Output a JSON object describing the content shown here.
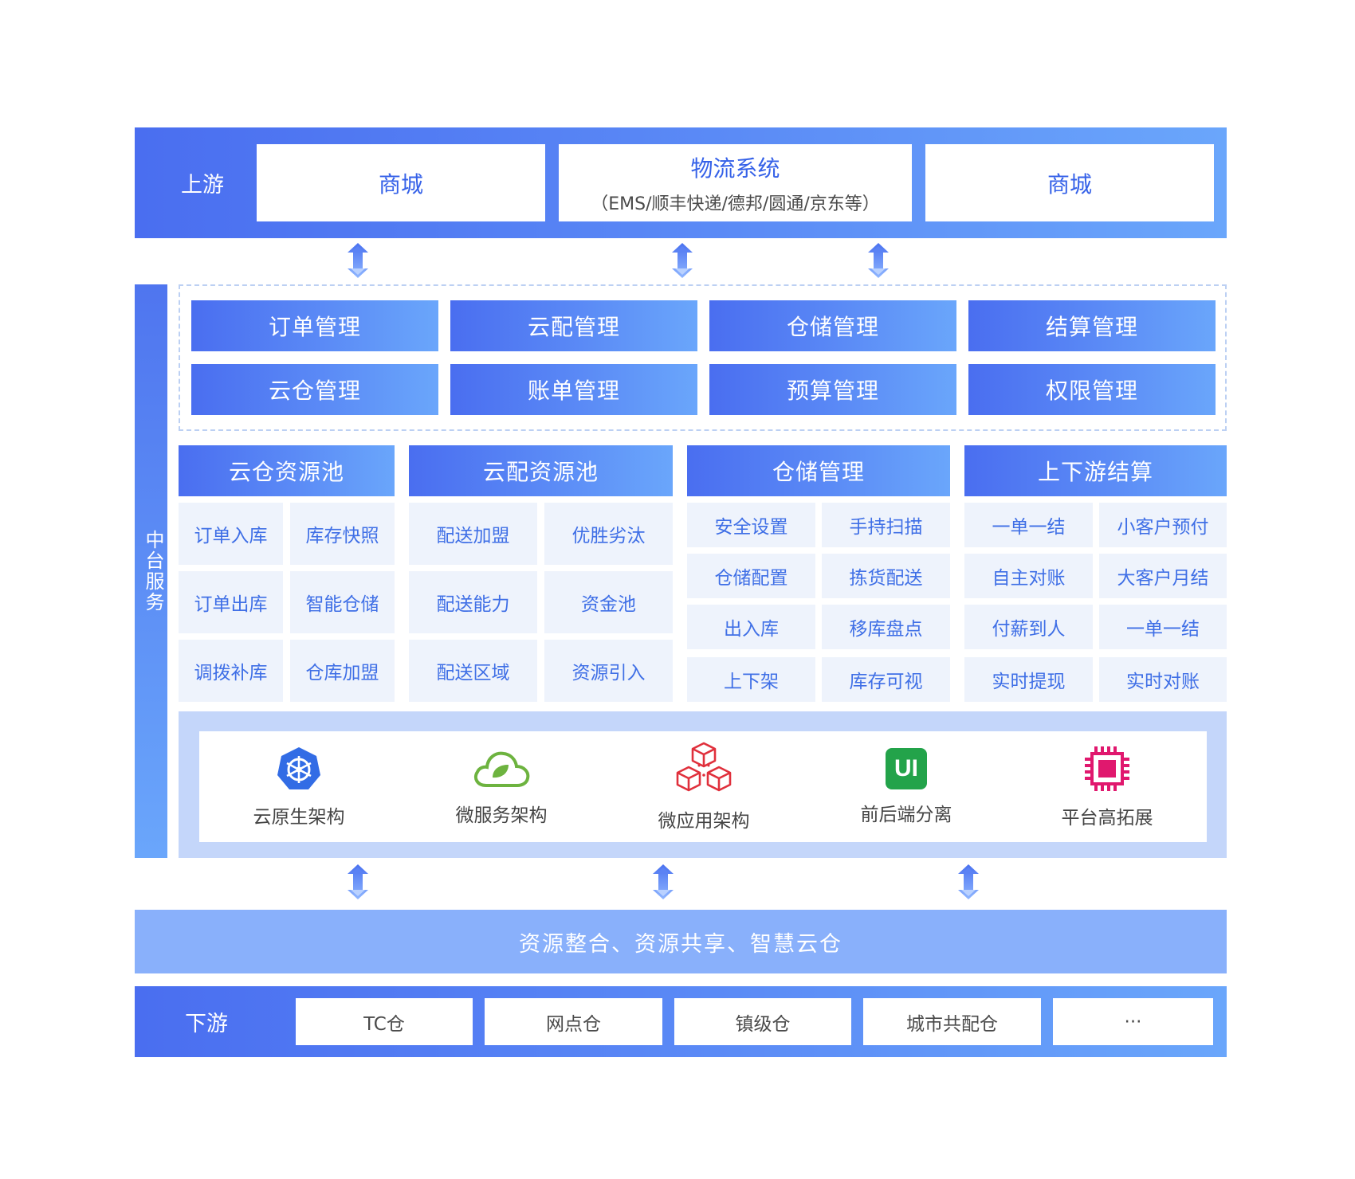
{
  "upstream": {
    "label": "上游",
    "boxes": [
      {
        "title": "商城",
        "subtitle": ""
      },
      {
        "title": "物流系统",
        "subtitle": "（EMS/顺丰快递/德邦/圆通/京东等）"
      },
      {
        "title": "商城",
        "subtitle": ""
      }
    ]
  },
  "middle": {
    "side_label": "中台服务",
    "modules": [
      "订单管理",
      "云配管理",
      "仓储管理",
      "结算管理",
      "云仓管理",
      "账单管理",
      "预算管理",
      "权限管理"
    ],
    "columns": [
      {
        "title": "云仓资源池",
        "items": [
          "订单入库",
          "库存快照",
          "订单出库",
          "智能仓储",
          "调拨补库",
          "仓库加盟"
        ]
      },
      {
        "title": "云配资源池",
        "items": [
          "配送加盟",
          "优胜劣汰",
          "配送能力",
          "资金池",
          "配送区域",
          "资源引入"
        ]
      },
      {
        "title": "仓储管理",
        "items": [
          "安全设置",
          "手持扫描",
          "仓储配置",
          "拣货配送",
          "出入库",
          "移库盘点",
          "上下架",
          "库存可视"
        ]
      },
      {
        "title": "上下游结算",
        "items": [
          "一单一结",
          "小客户预付",
          "自主对账",
          "大客户月结",
          "付薪到人",
          "一单一结",
          "实时提现",
          "实时对账"
        ]
      }
    ],
    "tech": [
      {
        "label": "云原生架构",
        "icon": "kubernetes-icon",
        "color": "#326ce5"
      },
      {
        "label": "微服务架构",
        "icon": "spring-cloud-icon",
        "color": "#6db33f"
      },
      {
        "label": "微应用架构",
        "icon": "cubes-icon",
        "color": "#e0303c"
      },
      {
        "label": "前后端分离",
        "icon": "ui-badge-icon",
        "color": "#23a34a",
        "badge_text": "UI"
      },
      {
        "label": "平台高拓展",
        "icon": "chip-icon",
        "color": "#e0186e"
      }
    ]
  },
  "resource_bar": "资源整合、资源共享、智慧云仓",
  "downstream": {
    "label": "下游",
    "boxes": [
      "TC仓",
      "网点仓",
      "镇级仓",
      "城市共配仓",
      "···"
    ]
  }
}
